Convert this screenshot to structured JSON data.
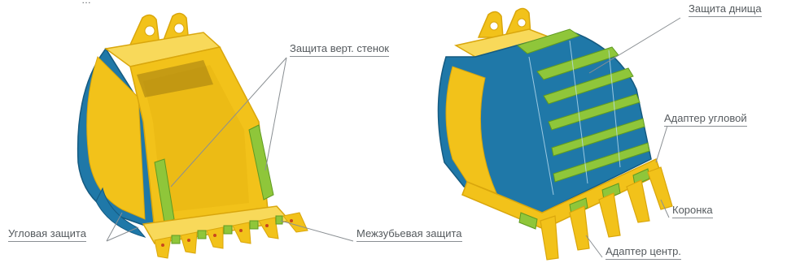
{
  "header": {
    "fragment": "…"
  },
  "colors": {
    "yellow": "#f2c21a",
    "yellow_dark": "#d9a60c",
    "yellow_light": "#f8d95a",
    "blue": "#1f78a8",
    "blue_dark": "#155a80",
    "green": "#8fc63a",
    "green_dark": "#5f9a22",
    "leader": "#8a8f93",
    "text": "#555a5e"
  },
  "left_bucket": {
    "labels": {
      "side_wall_protection": "Защита верт. стенок",
      "corner_protection": "Угловая защита",
      "interteeth_protection": "Межзубьевая защита"
    }
  },
  "right_bucket": {
    "labels": {
      "bottom_protection": "Защита днища",
      "corner_adapter": "Адаптер угловой",
      "crown": "Коронка",
      "center_adapter": "Адаптер центр."
    }
  }
}
